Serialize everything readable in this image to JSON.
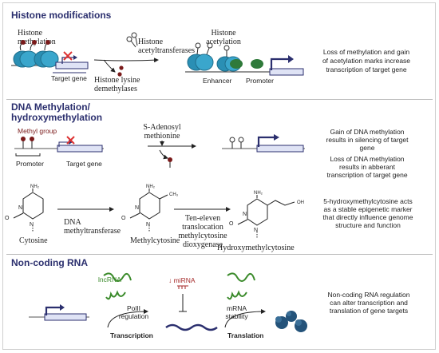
{
  "histone": {
    "heading": "Histone modifications",
    "methylation": "Histone\nmethylation",
    "hat": "Histone\nacetyltransferases",
    "acetylation": "Histone\nacetylation",
    "demethylases": "Histone lysine\ndemethylases",
    "target_gene": "Target gene",
    "enhancer": "Enhancer",
    "promoter": "Promoter",
    "tf": "TF",
    "note": "Loss of methylation and gain\nof acetylation marks increase\ntranscription of target gene"
  },
  "dna": {
    "heading": "DNA Methylation/\nhydroxymethylation",
    "methyl_group": "Methyl group",
    "promoter": "Promoter",
    "target_gene": "Target gene",
    "sam": "S-Adenosyl\nmethionine",
    "note_gain": "Gain of DNA methylation\nresults in silencing of target\ngene",
    "note_loss": "Loss of DNA methylation\nresults in abberant\ntranscription of target gene",
    "note_5hmc": "5-hydroxymethylcytosine acts\nas a stable epigenetic marker\nthat directly influence genome\nstructure and function",
    "nh2": "NH₂",
    "ch3": "CH₃",
    "oh": "OH",
    "n": "N",
    "o": "O",
    "cytosine": "Cytosine",
    "methylcytosine": "Methylcytosine",
    "hydroxymethylcytosine": "Hydroxymethylcytosine",
    "dnmt": "DNA\nmethyltransferase",
    "tet": "Ten-eleven\ntranslocation\nmethylcytosine\ndioxygenase"
  },
  "ncrna": {
    "heading": "Non-coding RNA",
    "lncrna": "lncRNA",
    "mirna": "↓ miRNA",
    "polii": "PolII\nregulation",
    "mrna_stability": "mRNA\nstability",
    "transcription": "Transcription",
    "translation": "Translation",
    "note": "Non-coding RNA regulation\ncan alter transcription and\ntranslation of gene targets"
  },
  "colors": {
    "heading": "#2b2f6e",
    "nucleosome": "#2a8fb4",
    "methyl": "#7a1a1a",
    "tf": "#2f7a3a",
    "lncrna_label": "#3a8a2a",
    "mirna_label": "#a52a2a",
    "gene_box": "#dfe3f5",
    "arrow": "#2b2f6e"
  }
}
